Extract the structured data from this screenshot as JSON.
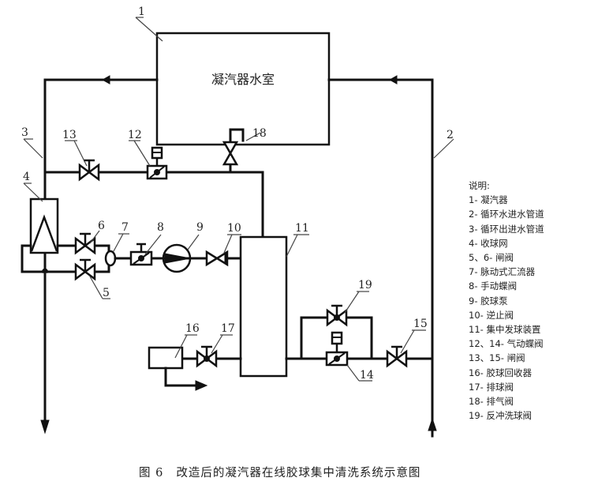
{
  "diagram": {
    "title_box_label": "凝汽器水室",
    "component_numbers": {
      "n1": "1",
      "n2": "2",
      "n3": "3",
      "n4": "4",
      "n5": "5",
      "n6": "6",
      "n7": "7",
      "n8": "8",
      "n9": "9",
      "n10": "10",
      "n11": "11",
      "n12": "12",
      "n13": "13",
      "n14": "14",
      "n15": "15",
      "n16": "16",
      "n17": "17",
      "n18": "18",
      "n19": "19"
    },
    "flow_directions": {
      "inlet_pipe_2": "up",
      "outlet_pipe_3": "down",
      "recovery_outlet_16": "right"
    }
  },
  "legend": {
    "title": "说明:",
    "items": [
      "1- 凝汽器",
      "2- 循环水进水管道",
      "3- 循环出进水管道",
      "4- 收球网",
      "5、6- 闸阀",
      "7- 脉动式汇流器",
      "8- 手动蝶阀",
      "9- 胶球泵",
      "10- 逆止阀",
      "11- 集中发球装置",
      "12、14- 气动蝶阀",
      "13、15- 闸阀",
      "16- 胶球回收器",
      "17- 排球阀",
      "18- 排气阀",
      "19- 反冲洗球阀"
    ]
  },
  "caption": {
    "figure_number": "图 6",
    "text": "改造后的凝汽器在线胶球集中清洗系统示意图"
  }
}
